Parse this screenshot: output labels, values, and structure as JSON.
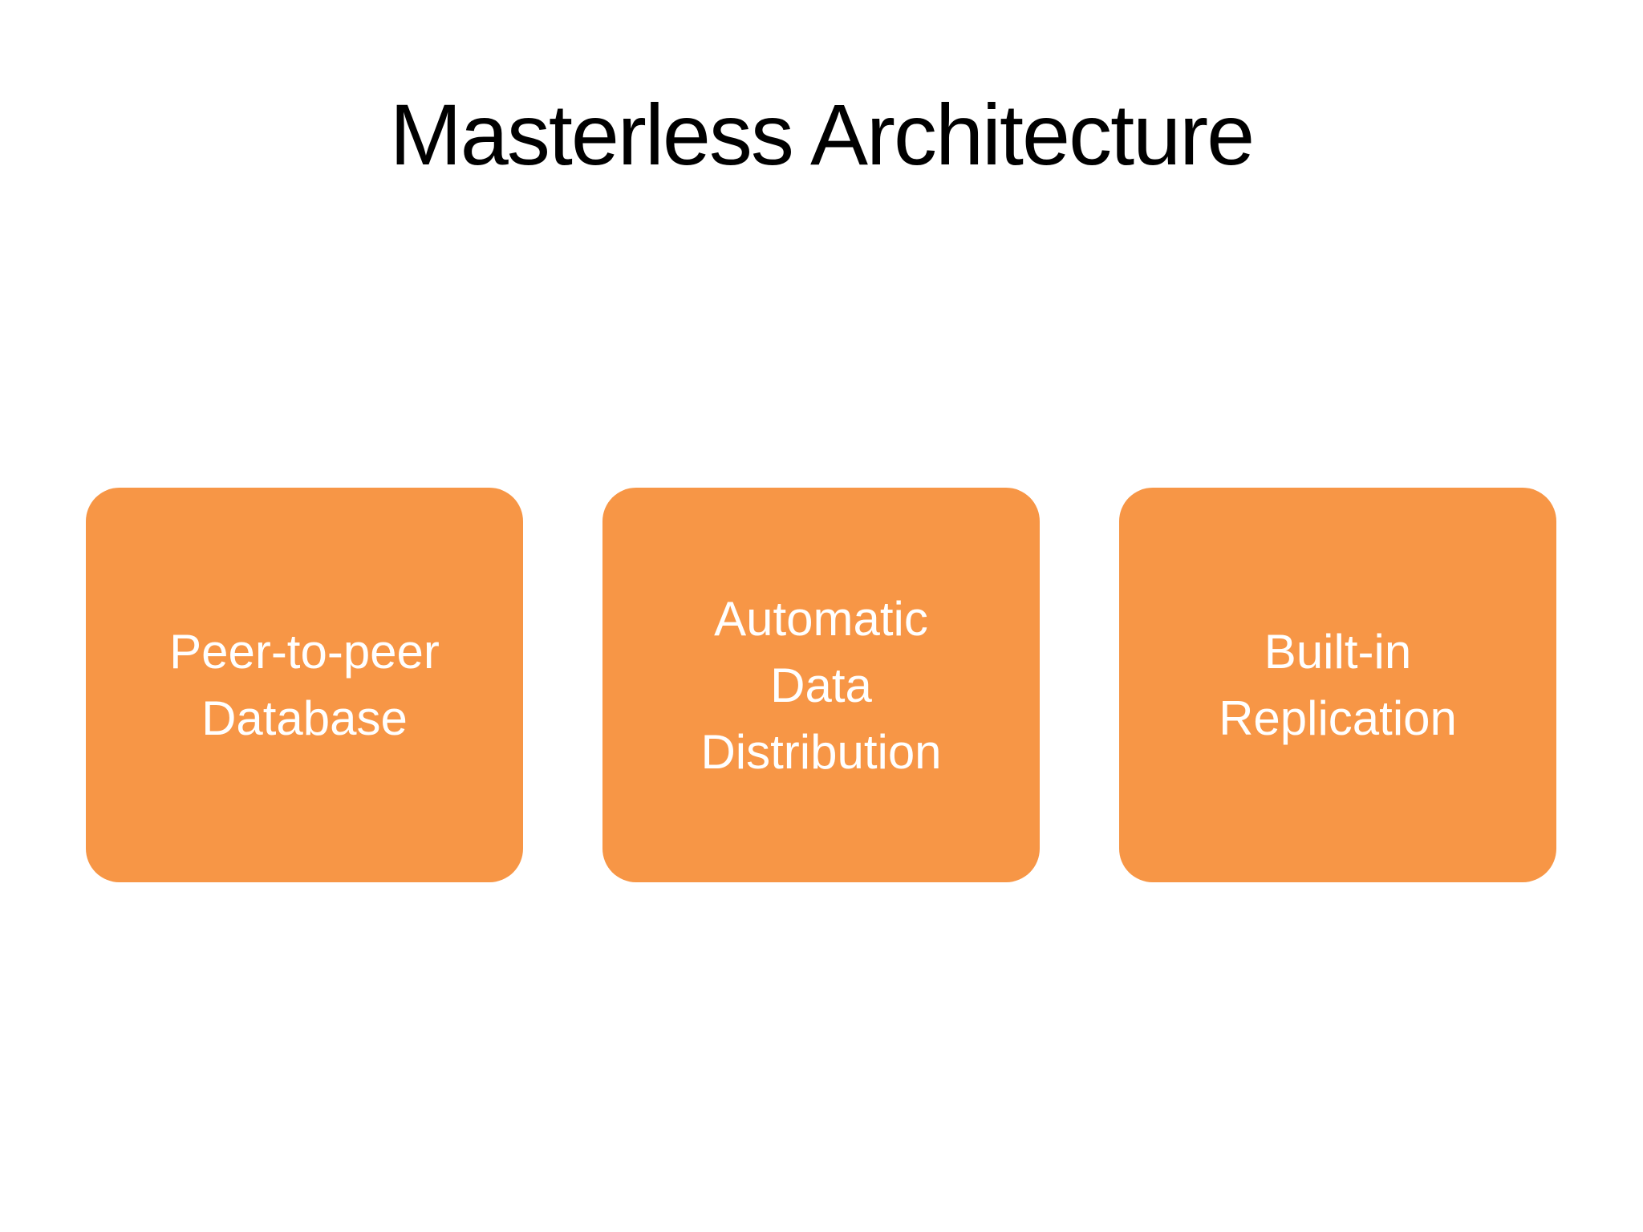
{
  "slide": {
    "title": "Masterless Architecture",
    "boxes": [
      {
        "label_lines": [
          "Peer-to-peer",
          "Database"
        ]
      },
      {
        "label_lines": [
          "Automatic",
          "Data",
          "Distribution"
        ]
      },
      {
        "label_lines": [
          "Built-in",
          "Replication"
        ]
      }
    ],
    "colors": {
      "background": "#FFFFFF",
      "box_fill": "#F79646",
      "box_text": "#FFFFFF",
      "title_text": "#000000"
    }
  }
}
